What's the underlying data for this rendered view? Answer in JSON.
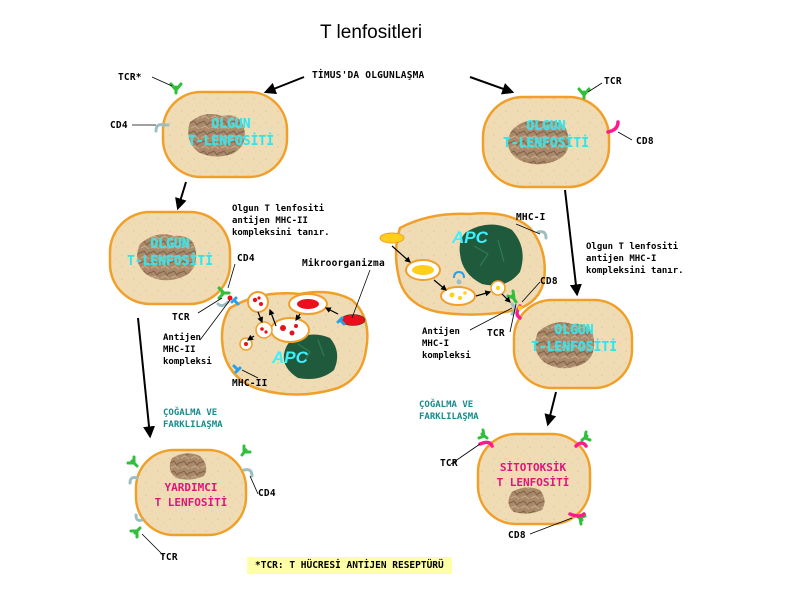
{
  "title": "T lenfositleri",
  "header": {
    "thymus_maturation": "TİMUS'DA OLGUNLAŞMA"
  },
  "labels": {
    "tcr": "TCR",
    "tcr_star": "TCR*",
    "cd4": "CD4",
    "cd8": "CD8",
    "mhc_i": "MHC-I",
    "mhc_ii": "MHC-II",
    "microorganism": "Mikroorganizma",
    "antigen_mhc_ii": "Antijen\nMHC-II\nkompleksi",
    "antigen_mhc_i": "Antijen\nMHC-I\nkompleksi",
    "recognizes_mhc_ii": "Olgun T lenfositi\nantijen MHC-II\nkompleksini tanır.",
    "recognizes_mhc_i": "Olgun T lenfositi\nantijen MHC-I\nkompleksini tanır.",
    "proliferation": "ÇOĞALMA VE\nFARKLILAŞMA"
  },
  "cells": {
    "mature_t": "OLGUN\nT-LENFOSİTİ",
    "apc": "APC",
    "helper": "YARDIMCI\nT LENFOSİTİ",
    "cytotoxic": "SİTOTOKSİK\nT LENFOSİTİ"
  },
  "footnote": "*TCR: T HÜCRESİ ANTİJEN RESEPTÜRÜ",
  "colors": {
    "cell_fill": "#f0dcb4",
    "cell_border": "#f0a02a",
    "nucleus": "#a9896a",
    "apc_nucleus": "#1f5a3c",
    "tcr_green": "#2fbf3a",
    "cd4_gray": "#9dbfc4",
    "cd8_pink": "#ff1a8c",
    "mhc_ii_blue": "#2aa0e6",
    "microbe_red": "#e8101a",
    "vesicle_yellow": "#ffcf1a",
    "name_cyan": "#39e0e6",
    "footnote_bg": "#ffffa8"
  }
}
